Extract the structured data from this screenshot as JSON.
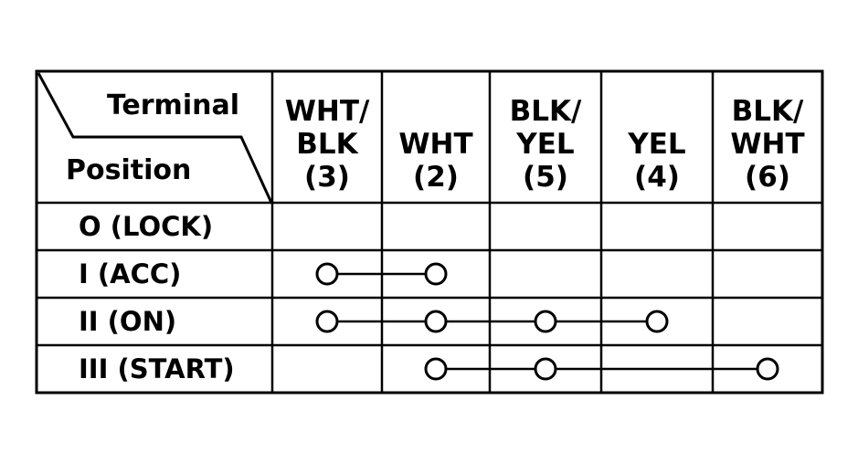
{
  "header": {
    "terminal_label": "Terminal",
    "position_label": "Position"
  },
  "terminals": [
    {
      "lines": [
        "WHT/",
        "BLK",
        "(3)"
      ]
    },
    {
      "lines": [
        "WHT",
        "(2)"
      ]
    },
    {
      "lines": [
        "BLK/",
        "YEL",
        "(5)"
      ]
    },
    {
      "lines": [
        "YEL",
        "(4)"
      ]
    },
    {
      "lines": [
        "BLK/",
        "WHT",
        "(6)"
      ]
    }
  ],
  "positions": [
    {
      "label": "O (LOCK)",
      "connected": []
    },
    {
      "label": "I (ACC)",
      "connected": [
        0,
        1
      ]
    },
    {
      "label": "II (ON)",
      "connected": [
        0,
        1,
        2,
        3
      ]
    },
    {
      "label": "III (START)",
      "connected": [
        1,
        2,
        4
      ]
    }
  ],
  "colors": {
    "line": "#000000",
    "background": "#ffffff"
  }
}
